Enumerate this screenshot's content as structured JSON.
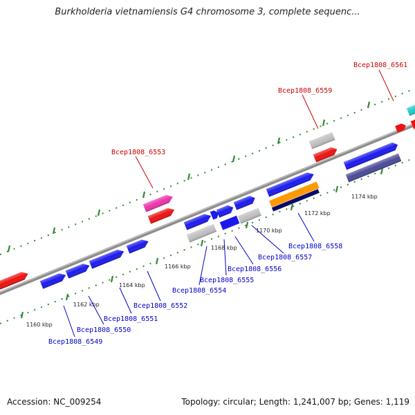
{
  "title": "Burkholderia vietnamiensis G4 chromosome 3, complete sequenc...",
  "footer": {
    "accession": "Accession: NC_009254",
    "summary": "Topology: circular; Length: 1,241,007 bp; Genes: 1,119"
  },
  "colors": {
    "backbone": "#8c8c8c",
    "dots": "#2e8b2e",
    "label_top": "#cc0000",
    "label_bottom": "#0000cc",
    "blue": "#1a1aee",
    "red": "#ee1111",
    "grey": "#c0c0c0",
    "magenta": "#ee33aa",
    "cyan": "#22cccc",
    "purple": "#4a4a99",
    "orange": "#ff9900",
    "navy": "#0a0a66"
  },
  "scale": {
    "ticks": [
      {
        "label": "1160 kbp"
      },
      {
        "label": "1162 kbp"
      },
      {
        "label": "1164 kbp"
      },
      {
        "label": "1166 kbp"
      },
      {
        "label": "1168 kbp"
      },
      {
        "label": "1170 kbp"
      },
      {
        "label": "1172 kbp"
      },
      {
        "label": "1174 kbp"
      }
    ]
  },
  "labels_top": [
    {
      "text": "Bcep1808_6553"
    },
    {
      "text": "Bcep1808_6559"
    },
    {
      "text": "Bcep1808_6561"
    }
  ],
  "labels_bottom": [
    {
      "text": "Bcep1808_6549"
    },
    {
      "text": "Bcep1808_6550"
    },
    {
      "text": "Bcep1808_6551"
    },
    {
      "text": "Bcep1808_6552"
    },
    {
      "text": "Bcep1808_6554"
    },
    {
      "text": "Bcep1808_6555"
    },
    {
      "text": "Bcep1808_6556"
    },
    {
      "text": "Bcep1808_6557"
    },
    {
      "text": "Bcep1808_6558"
    }
  ]
}
